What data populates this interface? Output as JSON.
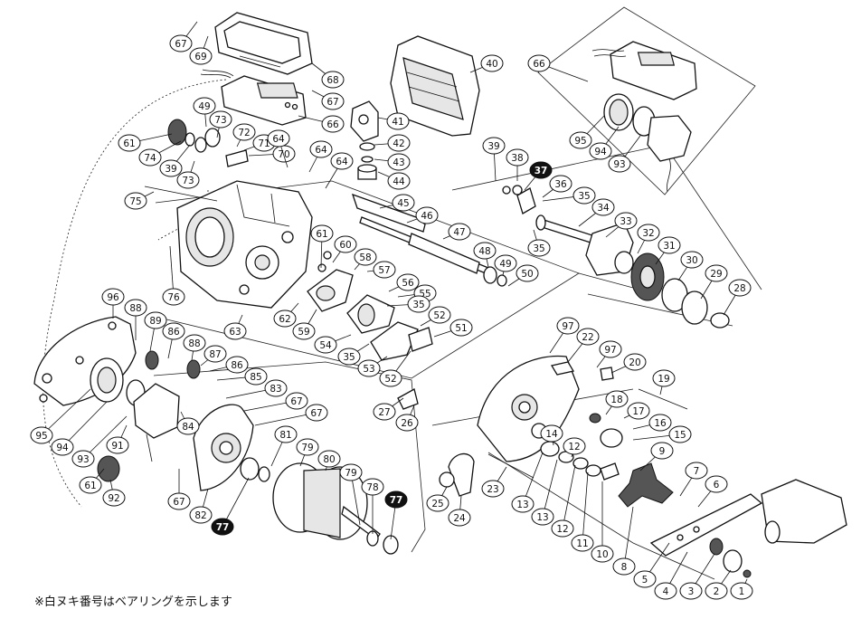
{
  "diagram": {
    "note": "※白ヌキ番号はベアリングを示します",
    "callouts": [
      {
        "id": "c67a",
        "label": "67"
      },
      {
        "id": "c69",
        "label": "69"
      },
      {
        "id": "c68",
        "label": "68"
      },
      {
        "id": "c67b",
        "label": "67"
      },
      {
        "id": "c66a",
        "label": "66"
      },
      {
        "id": "c40",
        "label": "40"
      },
      {
        "id": "c66b",
        "label": "66"
      },
      {
        "id": "c49a",
        "label": "49"
      },
      {
        "id": "c73a",
        "label": "73"
      },
      {
        "id": "c72",
        "label": "72"
      },
      {
        "id": "c71",
        "label": "71"
      },
      {
        "id": "c61a",
        "label": "61"
      },
      {
        "id": "c74",
        "label": "74"
      },
      {
        "id": "c39a",
        "label": "39"
      },
      {
        "id": "c70",
        "label": "70"
      },
      {
        "id": "c73b",
        "label": "73"
      },
      {
        "id": "c64a",
        "label": "64"
      },
      {
        "id": "c64b",
        "label": "64"
      },
      {
        "id": "c64c",
        "label": "64"
      },
      {
        "id": "c41",
        "label": "41"
      },
      {
        "id": "c42",
        "label": "42"
      },
      {
        "id": "c43",
        "label": "43"
      },
      {
        "id": "c44",
        "label": "44"
      },
      {
        "id": "c45",
        "label": "45"
      },
      {
        "id": "c46",
        "label": "46"
      },
      {
        "id": "c47",
        "label": "47"
      },
      {
        "id": "c39b",
        "label": "39"
      },
      {
        "id": "c38",
        "label": "38"
      },
      {
        "id": "c37a",
        "label": "37",
        "bearing": true
      },
      {
        "id": "c36",
        "label": "36"
      },
      {
        "id": "c35a",
        "label": "35"
      },
      {
        "id": "c34",
        "label": "34"
      },
      {
        "id": "c33",
        "label": "33"
      },
      {
        "id": "c35b",
        "label": "35"
      },
      {
        "id": "c32",
        "label": "32"
      },
      {
        "id": "c31",
        "label": "31"
      },
      {
        "id": "c30",
        "label": "30"
      },
      {
        "id": "c29",
        "label": "29"
      },
      {
        "id": "c28",
        "label": "28"
      },
      {
        "id": "c95a",
        "label": "95"
      },
      {
        "id": "c94a",
        "label": "94"
      },
      {
        "id": "c93a",
        "label": "93"
      },
      {
        "id": "c75",
        "label": "75"
      },
      {
        "id": "c76",
        "label": "76"
      },
      {
        "id": "c61b",
        "label": "61"
      },
      {
        "id": "c60",
        "label": "60"
      },
      {
        "id": "c58",
        "label": "58"
      },
      {
        "id": "c57",
        "label": "57"
      },
      {
        "id": "c48",
        "label": "48"
      },
      {
        "id": "c49b",
        "label": "49"
      },
      {
        "id": "c50",
        "label": "50"
      },
      {
        "id": "c56",
        "label": "56"
      },
      {
        "id": "c55",
        "label": "55"
      },
      {
        "id": "c35c",
        "label": "35"
      },
      {
        "id": "c52a",
        "label": "52"
      },
      {
        "id": "c51",
        "label": "51"
      },
      {
        "id": "c63",
        "label": "63"
      },
      {
        "id": "c62",
        "label": "62"
      },
      {
        "id": "c59",
        "label": "59"
      },
      {
        "id": "c54",
        "label": "54"
      },
      {
        "id": "c35d",
        "label": "35"
      },
      {
        "id": "c53",
        "label": "53"
      },
      {
        "id": "c52b",
        "label": "52"
      },
      {
        "id": "c96",
        "label": "96"
      },
      {
        "id": "c88a",
        "label": "88"
      },
      {
        "id": "c89",
        "label": "89"
      },
      {
        "id": "c86a",
        "label": "86"
      },
      {
        "id": "c88b",
        "label": "88"
      },
      {
        "id": "c87",
        "label": "87"
      },
      {
        "id": "c86b",
        "label": "86"
      },
      {
        "id": "c85",
        "label": "85"
      },
      {
        "id": "c83",
        "label": "83"
      },
      {
        "id": "c67c",
        "label": "67"
      },
      {
        "id": "c67d",
        "label": "67"
      },
      {
        "id": "c97a",
        "label": "97"
      },
      {
        "id": "c22",
        "label": "22"
      },
      {
        "id": "c97b",
        "label": "97"
      },
      {
        "id": "c20",
        "label": "20"
      },
      {
        "id": "c19",
        "label": "19"
      },
      {
        "id": "c27",
        "label": "27"
      },
      {
        "id": "c26",
        "label": "26"
      },
      {
        "id": "c18",
        "label": "18"
      },
      {
        "id": "c17",
        "label": "17"
      },
      {
        "id": "c16",
        "label": "16"
      },
      {
        "id": "c15",
        "label": "15"
      },
      {
        "id": "c14",
        "label": "14"
      },
      {
        "id": "c12a",
        "label": "12"
      },
      {
        "id": "c9",
        "label": "9"
      },
      {
        "id": "c95b",
        "label": "95"
      },
      {
        "id": "c84",
        "label": "84"
      },
      {
        "id": "c91",
        "label": "91"
      },
      {
        "id": "c94b",
        "label": "94"
      },
      {
        "id": "c81",
        "label": "81"
      },
      {
        "id": "c79a",
        "label": "79"
      },
      {
        "id": "c80",
        "label": "80"
      },
      {
        "id": "c93b",
        "label": "93"
      },
      {
        "id": "c61c",
        "label": "61"
      },
      {
        "id": "c92",
        "label": "92"
      },
      {
        "id": "c67e",
        "label": "67"
      },
      {
        "id": "c82",
        "label": "82"
      },
      {
        "id": "c77a",
        "label": "77",
        "bearing": true
      },
      {
        "id": "c79b",
        "label": "79"
      },
      {
        "id": "c78",
        "label": "78"
      },
      {
        "id": "c77b",
        "label": "77",
        "bearing": true
      },
      {
        "id": "c23",
        "label": "23"
      },
      {
        "id": "c25",
        "label": "25"
      },
      {
        "id": "c24",
        "label": "24"
      },
      {
        "id": "c13a",
        "label": "13"
      },
      {
        "id": "c13b",
        "label": "13"
      },
      {
        "id": "c12b",
        "label": "12"
      },
      {
        "id": "c11",
        "label": "11"
      },
      {
        "id": "c10",
        "label": "10"
      },
      {
        "id": "c8",
        "label": "8"
      },
      {
        "id": "c7",
        "label": "7"
      },
      {
        "id": "c6",
        "label": "6"
      },
      {
        "id": "c5",
        "label": "5"
      },
      {
        "id": "c4",
        "label": "4"
      },
      {
        "id": "c3",
        "label": "3"
      },
      {
        "id": "c2",
        "label": "2"
      },
      {
        "id": "c1",
        "label": "1"
      }
    ]
  }
}
